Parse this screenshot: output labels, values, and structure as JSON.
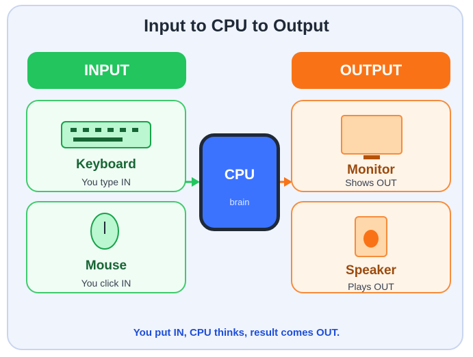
{
  "diagram": {
    "title": "Input to CPU to Output",
    "input_header": "INPUT",
    "output_header": "OUTPUT",
    "inputs": [
      {
        "name": "Keyboard",
        "caption": "You type IN",
        "icon": "keyboard-icon"
      },
      {
        "name": "Mouse",
        "caption": "You click IN",
        "icon": "mouse-icon"
      }
    ],
    "cpu": {
      "name": "CPU",
      "caption": "brain"
    },
    "outputs": [
      {
        "name": "Monitor",
        "caption": "Shows OUT",
        "icon": "monitor-icon"
      },
      {
        "name": "Speaker",
        "caption": "Plays OUT",
        "icon": "speaker-icon"
      }
    ],
    "footer": "You put IN, CPU thinks, result comes OUT.",
    "colors": {
      "input_accent": "#22c55e",
      "output_accent": "#f97316",
      "cpu_fill": "#3b73ff",
      "footer_text": "#1d4ed8"
    }
  }
}
